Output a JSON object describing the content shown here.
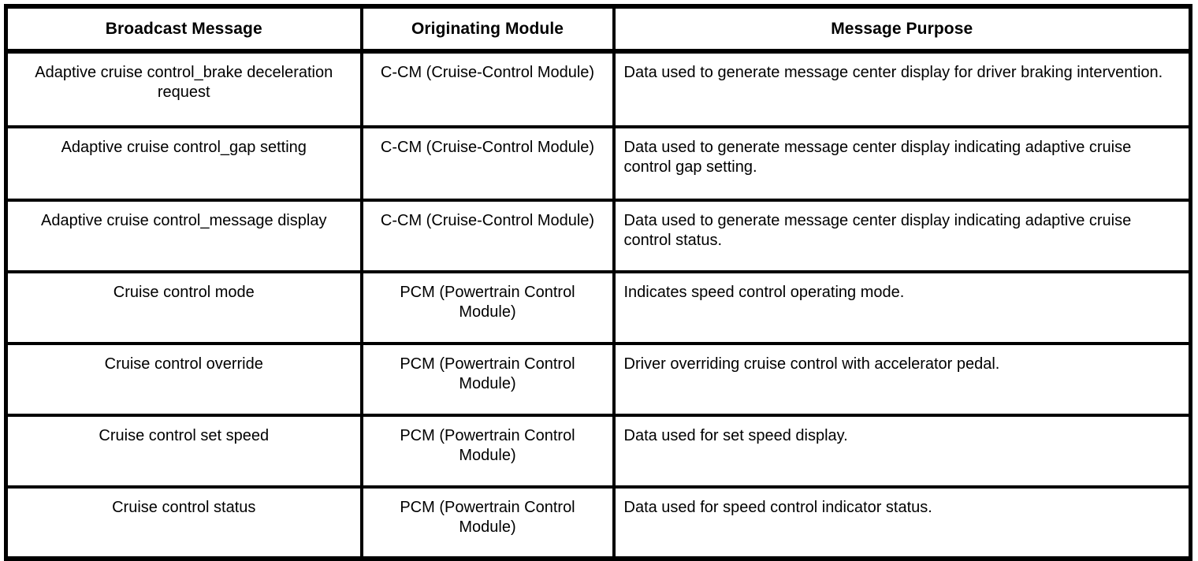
{
  "table": {
    "columns": [
      {
        "key": "broadcast_message",
        "label": "Broadcast Message",
        "align": "center"
      },
      {
        "key": "originating_module",
        "label": "Originating Module",
        "align": "center"
      },
      {
        "key": "message_purpose",
        "label": "Message Purpose",
        "align": "left"
      }
    ],
    "rows": [
      {
        "broadcast_message": "Adaptive cruise control_brake deceleration request",
        "originating_module": "C-CM (Cruise-Control Module)",
        "message_purpose": "Data used to generate message center display for driver braking intervention."
      },
      {
        "broadcast_message": "Adaptive cruise control_gap setting",
        "originating_module": "C-CM (Cruise-Control Module)",
        "message_purpose": "Data used to generate message center display indicating adaptive cruise control gap setting."
      },
      {
        "broadcast_message": "Adaptive cruise control_message display",
        "originating_module": "C-CM (Cruise-Control Module)",
        "message_purpose": "Data used to generate message center display indicating adaptive cruise control status."
      },
      {
        "broadcast_message": "Cruise control mode",
        "originating_module": "PCM (Powertrain Control Module)",
        "message_purpose": "Indicates speed control operating mode."
      },
      {
        "broadcast_message": "Cruise control override",
        "originating_module": "PCM (Powertrain Control Module)",
        "message_purpose": "Driver overriding cruise control with accelerator pedal."
      },
      {
        "broadcast_message": "Cruise control set speed",
        "originating_module": "PCM (Powertrain Control Module)",
        "message_purpose": "Data used for set speed display."
      },
      {
        "broadcast_message": "Cruise control status",
        "originating_module": "PCM (Powertrain Control Module)",
        "message_purpose": "Data used for speed control indicator status."
      }
    ]
  },
  "style": {
    "text_color": "#000000",
    "border_color": "#000000",
    "background_color": "#ffffff"
  }
}
